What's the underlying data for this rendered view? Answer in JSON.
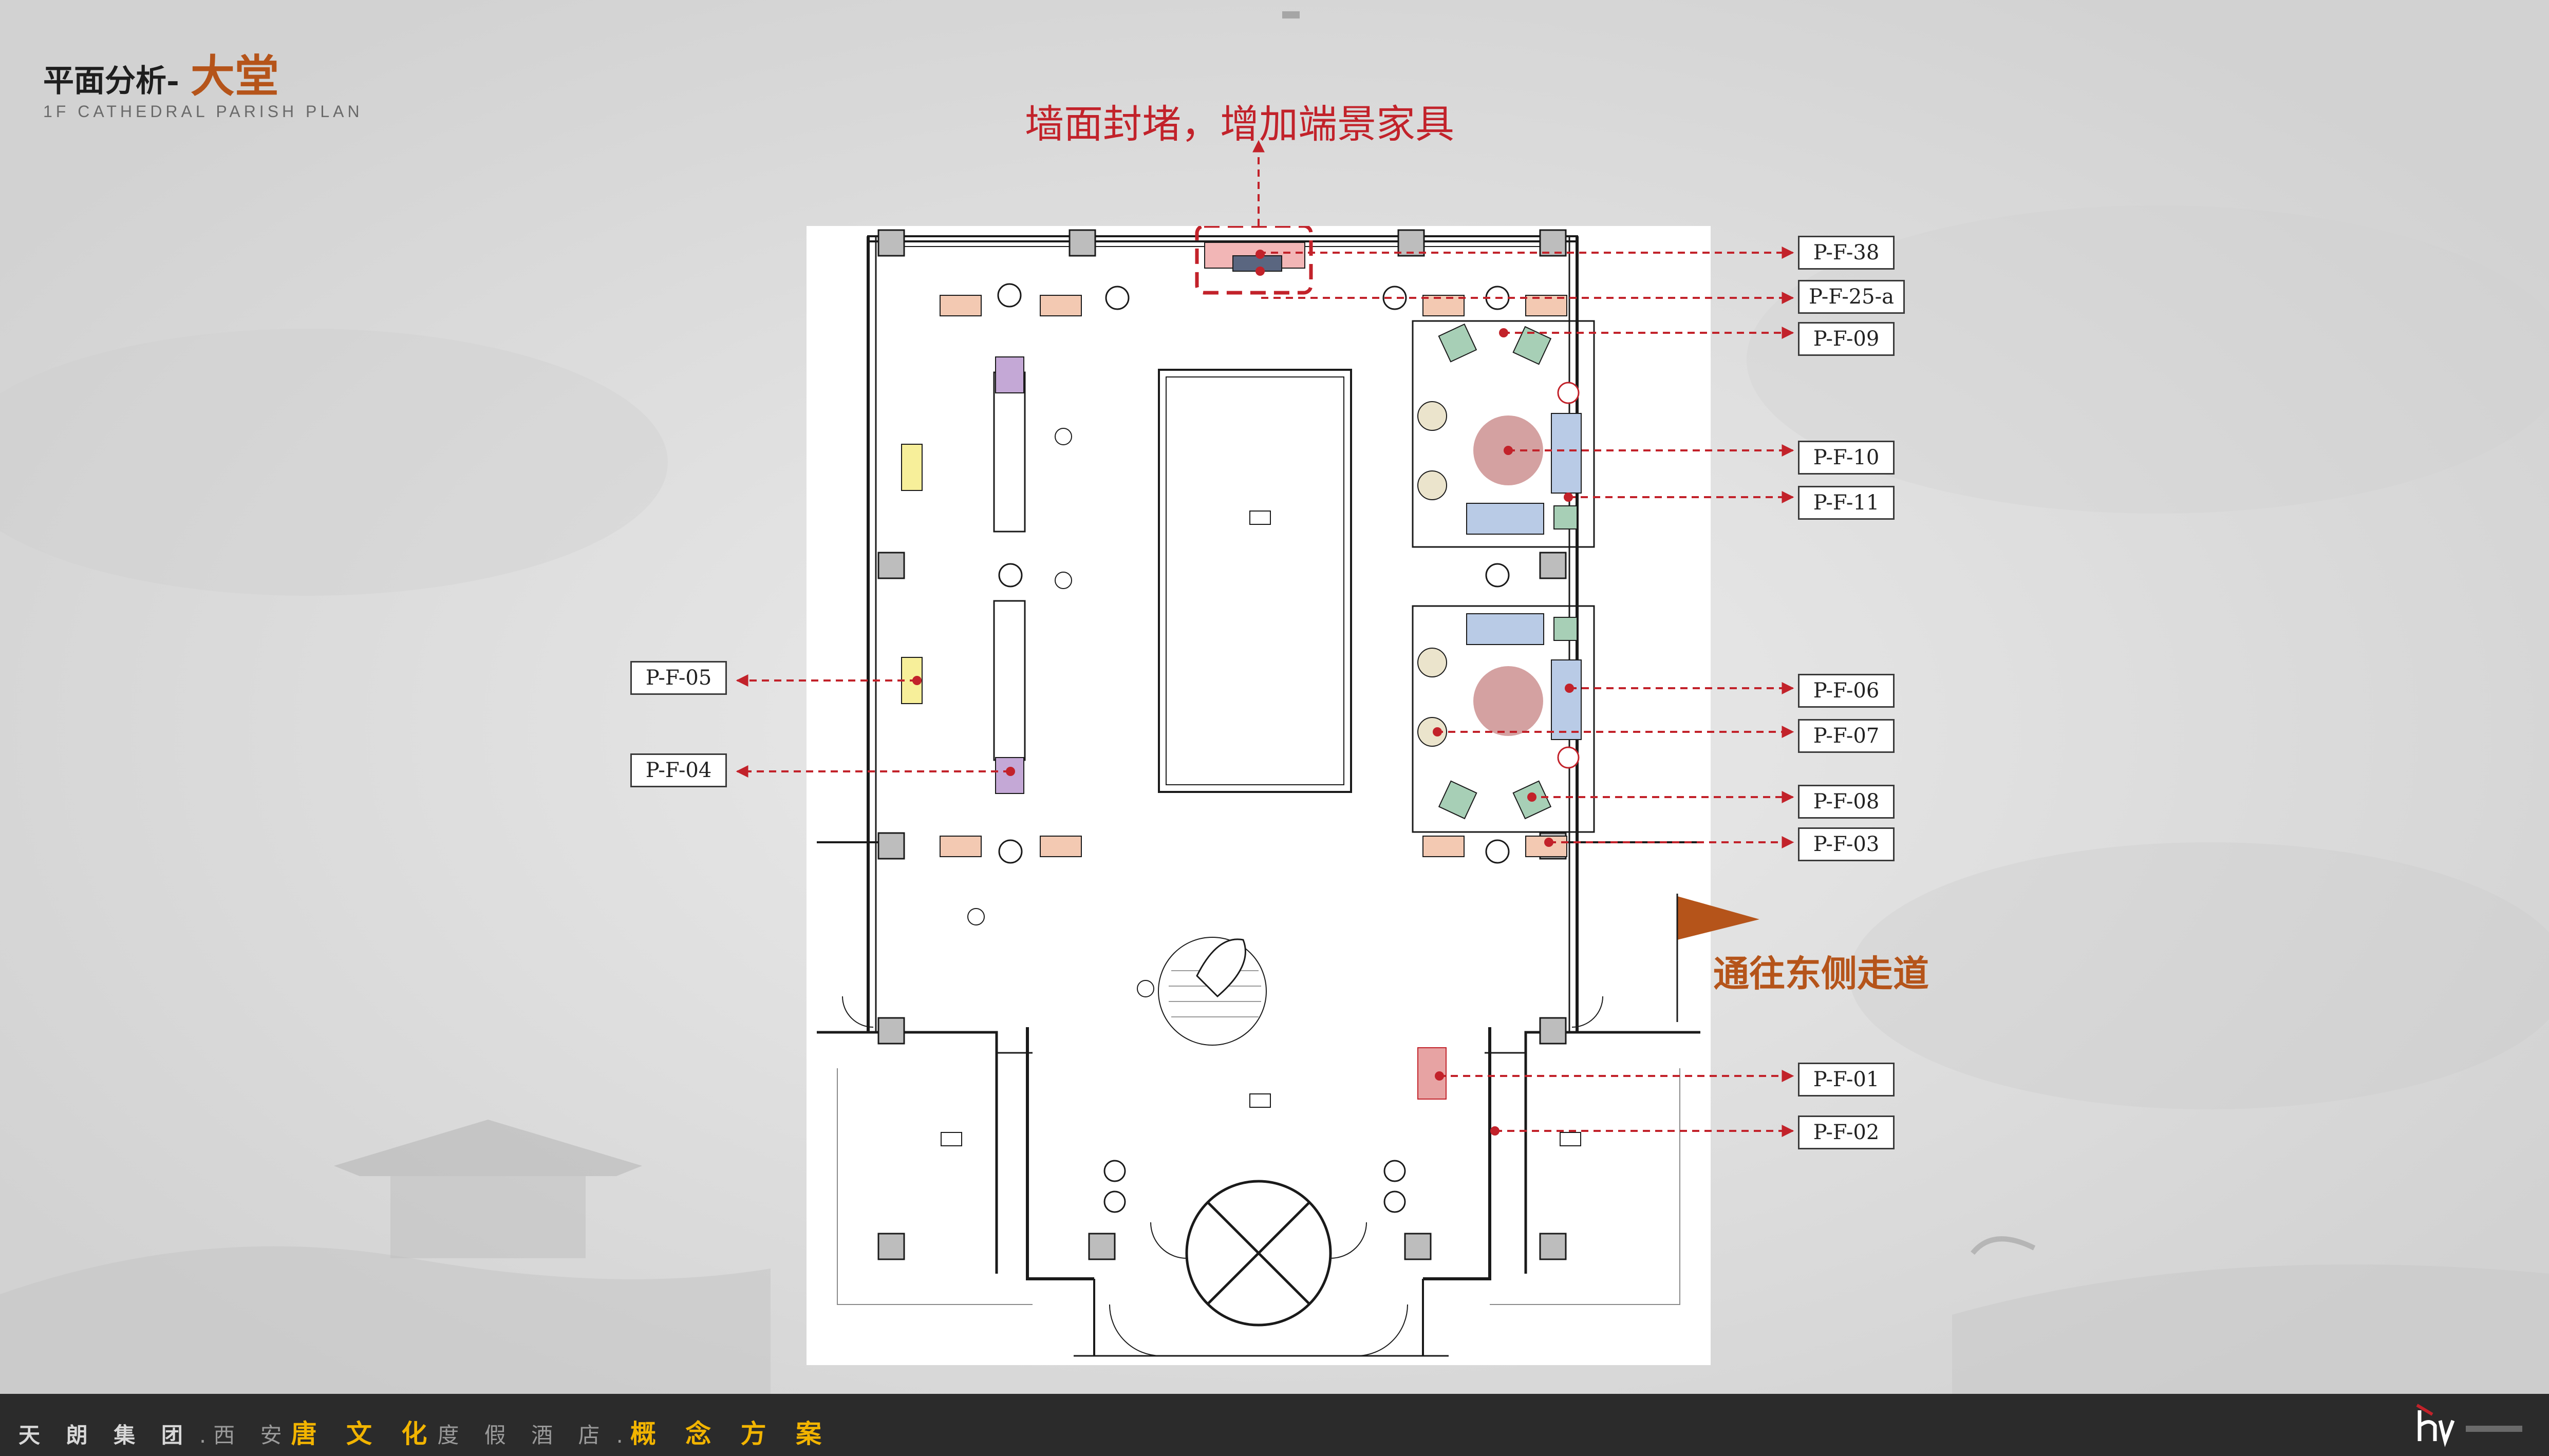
{
  "header": {
    "title_prefix": "平面分析-",
    "title_main": "大堂",
    "subtitle": "1F CATHEDRAL PARISH PLAN"
  },
  "annotations": {
    "top_note": "墙面封堵，增加端景家具",
    "east_note": "通往东侧走道"
  },
  "tags": [
    {
      "id": "P-F-38"
    },
    {
      "id": "P-F-25-a"
    },
    {
      "id": "P-F-09"
    },
    {
      "id": "P-F-10"
    },
    {
      "id": "P-F-11"
    },
    {
      "id": "P-F-06"
    },
    {
      "id": "P-F-07"
    },
    {
      "id": "P-F-08"
    },
    {
      "id": "P-F-03"
    },
    {
      "id": "P-F-01"
    },
    {
      "id": "P-F-02"
    },
    {
      "id": "P-F-05"
    },
    {
      "id": "P-F-04"
    }
  ],
  "footer": {
    "group": "天 朗 集 团",
    "city": "西 安",
    "brand": "唐 文 化",
    "resort": "度 假 酒 店",
    "scheme": "概 念 方 案"
  },
  "colors": {
    "accent_orange": "#b5541a",
    "annotation_red": "#c2222a",
    "footer_yellow": "#f2b400",
    "footer_bg": "#2b2b2b",
    "plan_line": "#1a1a1a",
    "furniture_pink": "#f3c9b2",
    "carpet_red": "#c98a8a",
    "sofa_blue": "#b9cbe6",
    "armchair_green": "#a7cfb6",
    "pillar_gray": "#bdbdbd"
  }
}
